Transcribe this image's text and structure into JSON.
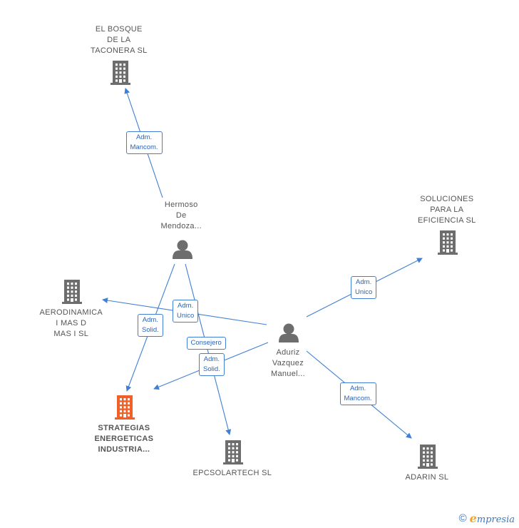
{
  "nodes": {
    "el_bosque": {
      "lines": [
        "EL BOSQUE",
        "DE LA",
        "TACONERA  SL"
      ],
      "kind": "company"
    },
    "soluciones": {
      "lines": [
        "SOLUCIONES",
        "PARA LA",
        "EFICIENCIA  SL"
      ],
      "kind": "company"
    },
    "aerodinamica": {
      "lines": [
        "AERODINAMICA",
        "I MAS D",
        "MAS I SL"
      ],
      "kind": "company"
    },
    "strategias": {
      "lines": [
        "STRATEGIAS",
        "ENERGETICAS",
        "INDUSTRIA..."
      ],
      "kind": "company-focus"
    },
    "epcsolartech": {
      "lines": [
        "EPCSOLARTECH SL"
      ],
      "kind": "company"
    },
    "adarin": {
      "lines": [
        "ADARIN  SL"
      ],
      "kind": "company"
    },
    "hermoso": {
      "lines": [
        "Hermoso",
        "De",
        "Mendoza..."
      ],
      "kind": "person"
    },
    "aduriz": {
      "lines": [
        "Aduriz",
        "Vazquez",
        "Manuel..."
      ],
      "kind": "person"
    }
  },
  "edges": [
    {
      "from": "hermoso",
      "to": "el_bosque",
      "label": [
        "Adm.",
        "Mancom."
      ]
    },
    {
      "from": "hermoso",
      "to": "strategias",
      "label": [
        "Adm.",
        "Solid."
      ]
    },
    {
      "from": "hermoso",
      "to": "epcsolartech",
      "label": [
        "Consejero"
      ]
    },
    {
      "from": "aduriz",
      "to": "aerodinamica",
      "label": [
        "Adm.",
        "Unico"
      ]
    },
    {
      "from": "aduriz",
      "to": "soluciones",
      "label": [
        "Adm.",
        "Unico"
      ]
    },
    {
      "from": "aduriz",
      "to": "strategias",
      "label": [
        "Adm.",
        "Solid."
      ]
    },
    {
      "from": "aduriz",
      "to": "adarin",
      "label": [
        "Adm.",
        "Mancom."
      ]
    }
  ],
  "colors": {
    "company_icon": "#6d6d6d",
    "focus_icon": "#f0612a",
    "person_icon": "#6d6d6d",
    "edge": "#3f7fd4"
  },
  "footer": {
    "copyright_symbol": "©",
    "brand": "mpresia",
    "brand_initial": "e"
  }
}
